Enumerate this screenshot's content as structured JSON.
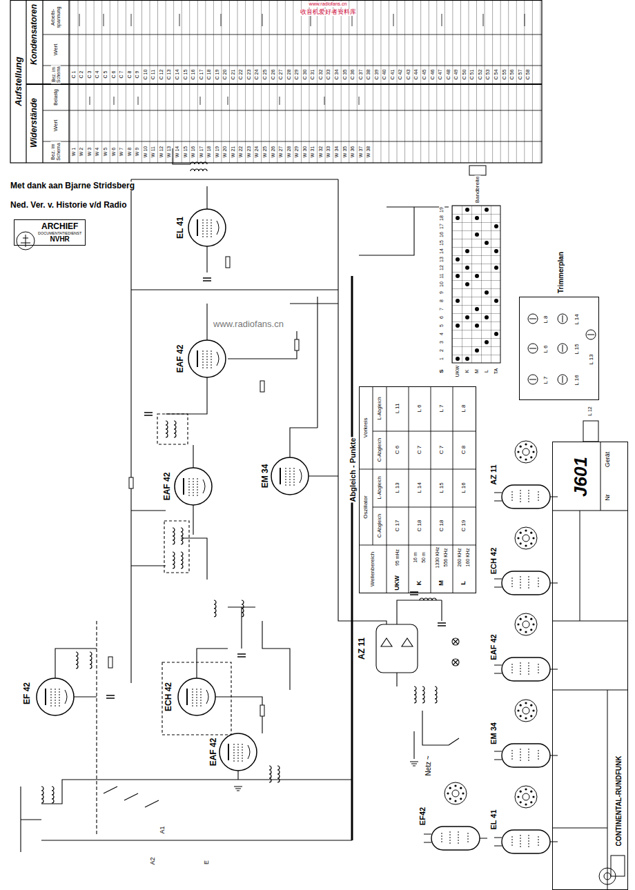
{
  "diagram": {
    "nodes": [
      {
        "text": [
          "ARCHIEF",
          "DOCUMENTATIEDIENST",
          "NVHR"
        ]
      },
      {
        "text": [
          "Abgleich - Punkte"
        ]
      },
      {
        "text": [
          "J601",
          "Gerät",
          "Nr",
          "CONTINENTAL-RUNDFUNK"
        ]
      },
      {
        "text": [
          "L 8",
          "L 6",
          "L 7",
          "L 14",
          "L 15",
          "L 16",
          "L 13"
        ]
      }
    ],
    "labels": [
      "www.radiofans.cn",
      "收音机爱好者资料库",
      "Met dank aan Bjarne Stridsberg",
      "Ned. Ver. v. Historie v/d Radio",
      "Aufstellung",
      "Widerstände",
      "Kondensatoren",
      "Bez. im Schema",
      "Wert",
      "Belastg",
      "Bez. im Schema",
      "Wert",
      "Arbeits-spannung",
      "W 1",
      "W 2",
      "W 3",
      "W 4",
      "W 5",
      "W 6",
      "W 7",
      "W 8",
      "W 9",
      "W 10",
      "W 11",
      "W 12",
      "W 13",
      "W 14",
      "W 15",
      "W 16",
      "W 17",
      "W 18",
      "W 19",
      "W 20",
      "W 21",
      "W 22",
      "W 23",
      "W 24",
      "W 25",
      "W 26",
      "W 27",
      "W 28",
      "W 29",
      "W 30",
      "W 31",
      "W 32",
      "W 33",
      "W 34",
      "W 35",
      "W 36",
      "W 37",
      "W 38",
      "C 1",
      "C 2",
      "C 3",
      "C 4",
      "C 5",
      "C 6",
      "C 7",
      "C 8",
      "C 9",
      "C 10",
      "C 11",
      "C 12",
      "C 13",
      "C 14",
      "C 15",
      "C 16",
      "C 17",
      "C 18",
      "C 19",
      "C 20",
      "C 21",
      "C 22",
      "C 23",
      "C 24",
      "C 25",
      "C 26",
      "C 27",
      "C 28",
      "C 29",
      "C 30",
      "C 31",
      "C 32",
      "C 33",
      "C 34",
      "C 35",
      "C 36",
      "C 37",
      "C 38",
      "C 39",
      "C 40",
      "C 41",
      "C 42",
      "C 43",
      "C 44",
      "C 45",
      "C 46",
      "C 47",
      "C 48",
      "C 49",
      "C 50",
      "C 51",
      "C 52",
      "C 53",
      "C 54",
      "C 55",
      "C 56",
      "C 57",
      "C 58",
      "EF 42",
      "ECH 42",
      "EAF 42",
      "EAF 42",
      "EM 34",
      "EAF 42",
      "EL 41",
      "AZ 11",
      "A2",
      "A1",
      "E",
      "Netz ~",
      "www.radiofans.cn",
      "AZ 11",
      "ECH 42",
      "EAF 42",
      "EM 34",
      "EL 41",
      "EF42",
      "Wellenbereich",
      "Oszillator",
      "Vorkreis",
      "C-Abgleich",
      "L-Abgleich",
      "C-Abgleich",
      "L-Abgleich",
      "UKW",
      "95 mHz",
      "C 17",
      "L 13",
      "C 6",
      "L 11",
      "K",
      "16 m",
      "50 m",
      "C 18",
      "L 14",
      "C 7",
      "L 6",
      "M",
      "1330 KHz",
      "556 KHz",
      "C 18",
      "L 15",
      "C 7",
      "L 7",
      "L",
      "260 KHz",
      "160 KHz",
      "C 19",
      "L 16",
      "C 8",
      "L 8",
      "S",
      "UKW",
      "K",
      "M",
      "L",
      "TA",
      "1",
      "2",
      "3",
      "4",
      "5",
      "6",
      "7",
      "8",
      "9",
      "10",
      "11",
      "12",
      "13",
      "14",
      "15",
      "16",
      "17",
      "18",
      "19",
      "Bandbreite",
      "Trimmerplan",
      "L 12"
    ]
  }
}
